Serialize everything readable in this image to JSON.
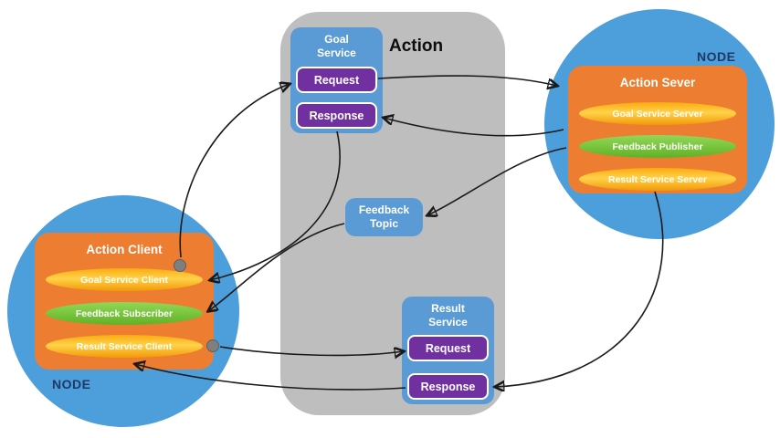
{
  "action_panel": {
    "title": "Action",
    "goal_service": {
      "label": "Goal Service",
      "request_label": "Request",
      "response_label": "Response"
    },
    "feedback_topic": {
      "label": "Feedback Topic"
    },
    "result_service": {
      "label": "Result Service",
      "request_label": "Request",
      "response_label": "Response"
    }
  },
  "server_node": {
    "node_label": "NODE",
    "title": "Action Sever",
    "pills": [
      {
        "label": "Goal Service Server",
        "kind": "service-server"
      },
      {
        "label": "Feedback Publisher",
        "kind": "publisher"
      },
      {
        "label": "Result Service Server",
        "kind": "service-server"
      }
    ]
  },
  "client_node": {
    "node_label": "NODE",
    "title": "Action Client",
    "pills": [
      {
        "label": "Goal Service Client",
        "kind": "service-client"
      },
      {
        "label": "Feedback Subscriber",
        "kind": "subscriber"
      },
      {
        "label": "Result Service Client",
        "kind": "service-client"
      }
    ]
  },
  "colors": {
    "node_circle": "#4D9FDB",
    "panel_gray": "#BEBEBE",
    "box_orange": "#ED7D31",
    "pill_yellow": "#FFC32B",
    "pill_green": "#7BC840",
    "service_blue": "#5B9BD5",
    "request_purple": "#7030A0",
    "arrow_black": "#1A1A1A",
    "connector_dot_gray": "#7F7F7F"
  }
}
